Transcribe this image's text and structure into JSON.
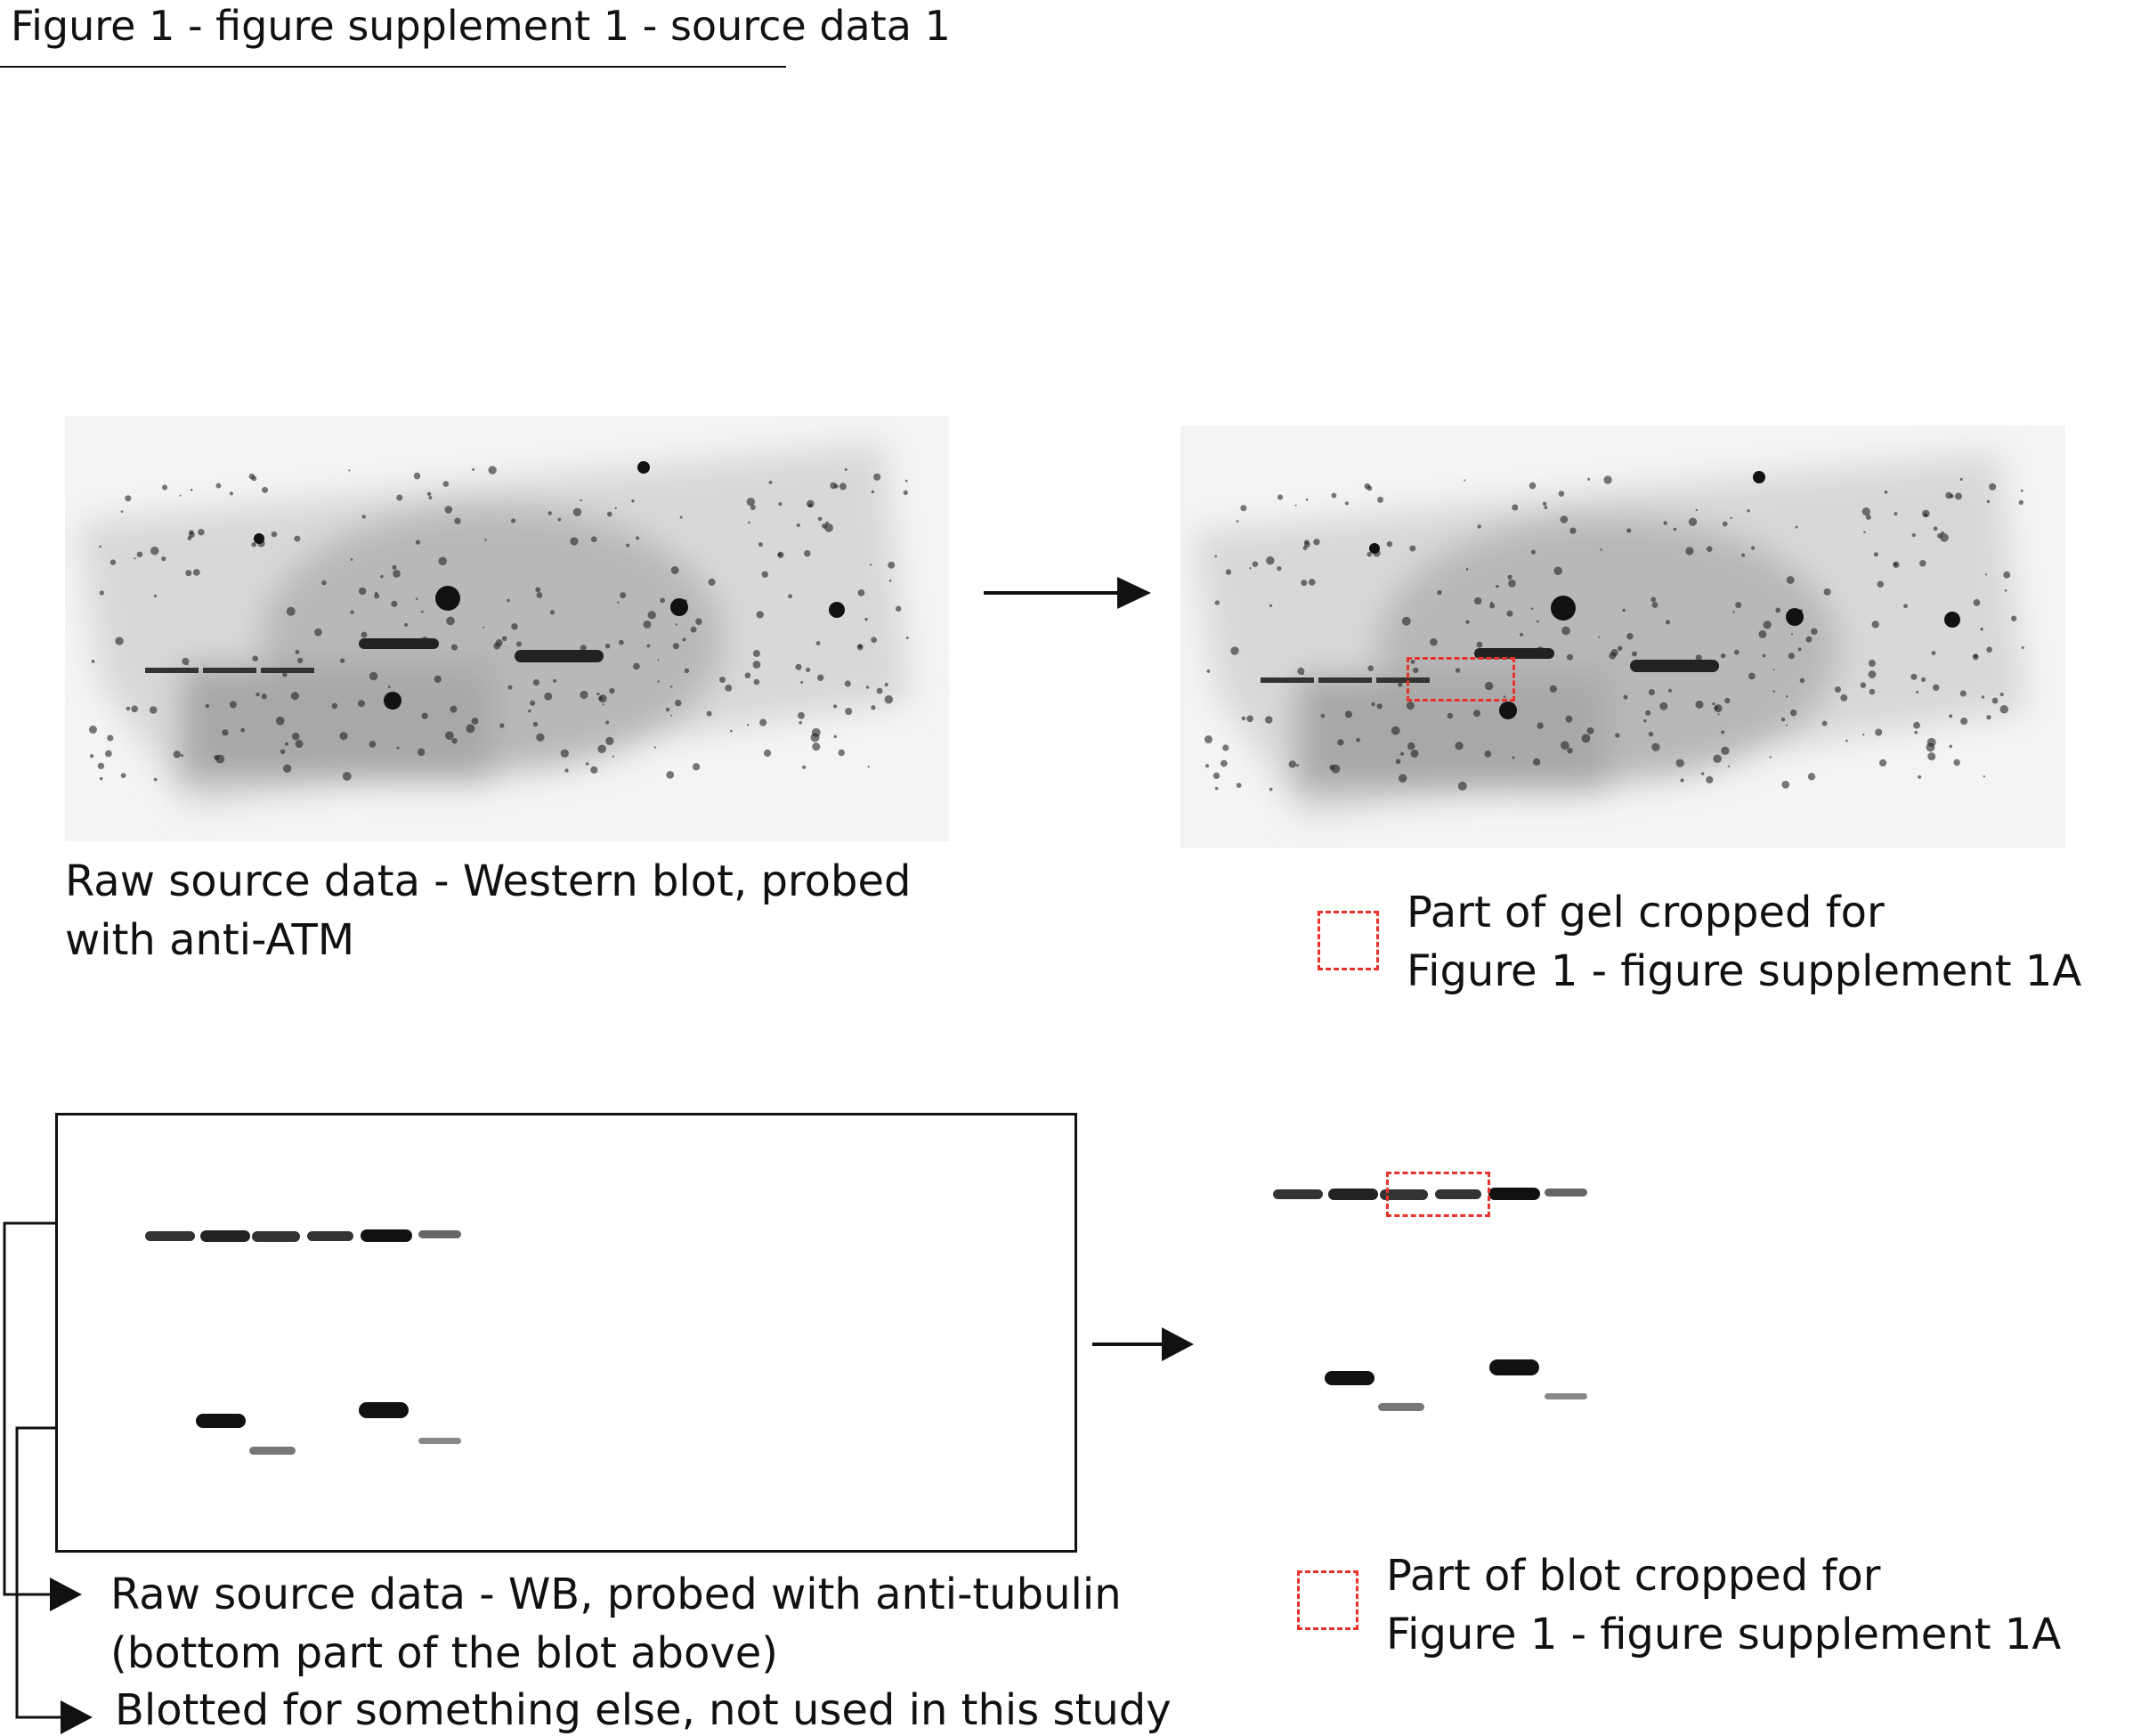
{
  "title": "Figure 1 - figure supplement 1 - source data 1",
  "top_panel": {
    "caption_line1": "Raw source data - Western blot, probed",
    "caption_line2": "with anti-ATM",
    "legend_line1": "Part of gel cropped for",
    "legend_line2": "Figure 1 - figure supplement 1A"
  },
  "bottom_panel": {
    "caption1_line1": "Raw source data - WB, probed with anti-tubulin",
    "caption1_line2": "(bottom part of the blot above)",
    "caption2": "Blotted for something else, not used in this study",
    "legend_line1": "Part of blot cropped for",
    "legend_line2": "Figure 1 - figure supplement 1A"
  },
  "colors": {
    "crop_box": "#e8322c",
    "text": "#111111"
  }
}
